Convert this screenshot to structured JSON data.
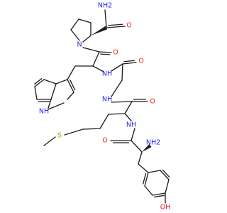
{
  "colors": {
    "bond": "#1f1f1f",
    "N": "#2222ee",
    "O": "#ee1c1c",
    "S": "#b8a000",
    "background": "#ffffff"
  },
  "atoms": {
    "n_pro": "N",
    "o_pro_co": "O",
    "nh2_amide": "NH2",
    "o_pro_amide": "O",
    "nh_trp": "NH",
    "o_gly_co": "O",
    "nh_gly": "NH",
    "o_met_co": "O",
    "nh_indole": "NH",
    "nh_met": "NH",
    "o_tyr_co": "O",
    "nh2_tyr": "NH2",
    "s_met": "S",
    "oh_tyr": "OH"
  }
}
